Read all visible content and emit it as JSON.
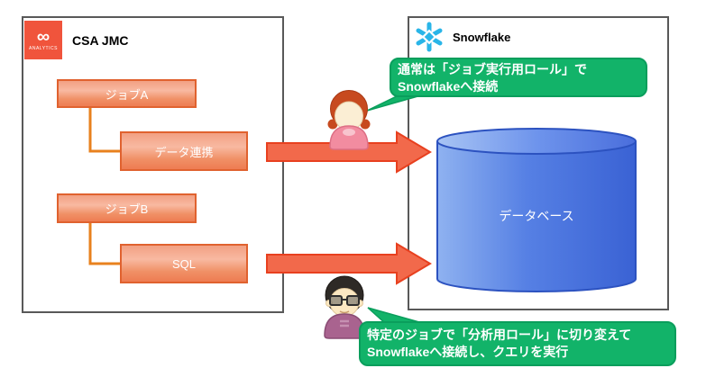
{
  "diagram": {
    "left_panel": {
      "title": "CSA JMC",
      "logo": {
        "glyph": "∞",
        "caption": "ANALYTICS"
      },
      "job_tree": [
        {
          "job": "ジョブA",
          "task": "データ連携"
        },
        {
          "job": "ジョブB",
          "task": "SQL"
        }
      ]
    },
    "right_panel": {
      "title": "Snowflake",
      "database_label": "データベース"
    },
    "callouts": {
      "top": {
        "line1": "通常は「ジョブ実行用ロール」で",
        "line2": "Snowflakeへ接続"
      },
      "bottom": {
        "line1": "特定のジョブで「分析用ロール」に切り変えて",
        "line2": "Snowflakeへ接続し、クエリを実行"
      }
    },
    "icons": {
      "csa_logo": "csa-analytics-logo",
      "snowflake": "snowflake-icon",
      "female_user": "female-user-icon",
      "male_user": "male-user-icon",
      "database": "database-cylinder"
    },
    "colors": {
      "container_border": "#595959",
      "logo_bg": "#F0543C",
      "job_box_border": "#E0622F",
      "connector_orange": "#E8811E",
      "arrow_fill": "#F2694B",
      "arrow_stroke": "#E8401F",
      "cylinder_stroke": "#2C52C0",
      "callout_green": "#12B369",
      "callout_border_green": "#0A9E5C",
      "snowflake_blue": "#29B5E8"
    }
  }
}
